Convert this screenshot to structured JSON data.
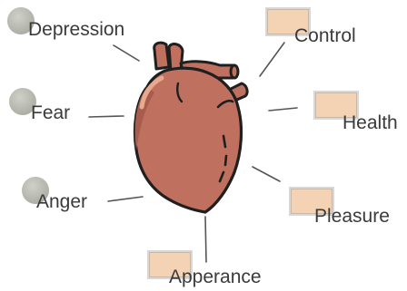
{
  "diagram": {
    "center_icon": "heart-icon",
    "colors": {
      "heart_fill": "#c0705f",
      "outline": "#1f1f1f",
      "marker_circle": "#b3b4ab",
      "marker_box": "#f3d3b3",
      "label_text": "#3a3a3a"
    },
    "left_labels": [
      {
        "id": "depression",
        "text": "Depression",
        "marker": "circle"
      },
      {
        "id": "fear",
        "text": "Fear",
        "marker": "circle"
      },
      {
        "id": "anger",
        "text": "Anger",
        "marker": "circle"
      }
    ],
    "right_labels": [
      {
        "id": "control",
        "text": "Control",
        "marker": "box"
      },
      {
        "id": "health",
        "text": "Health",
        "marker": "box"
      },
      {
        "id": "pleasure",
        "text": "Pleasure",
        "marker": "box"
      }
    ],
    "bottom_labels": [
      {
        "id": "appearance",
        "text": "Apperance",
        "marker": "box"
      }
    ]
  }
}
